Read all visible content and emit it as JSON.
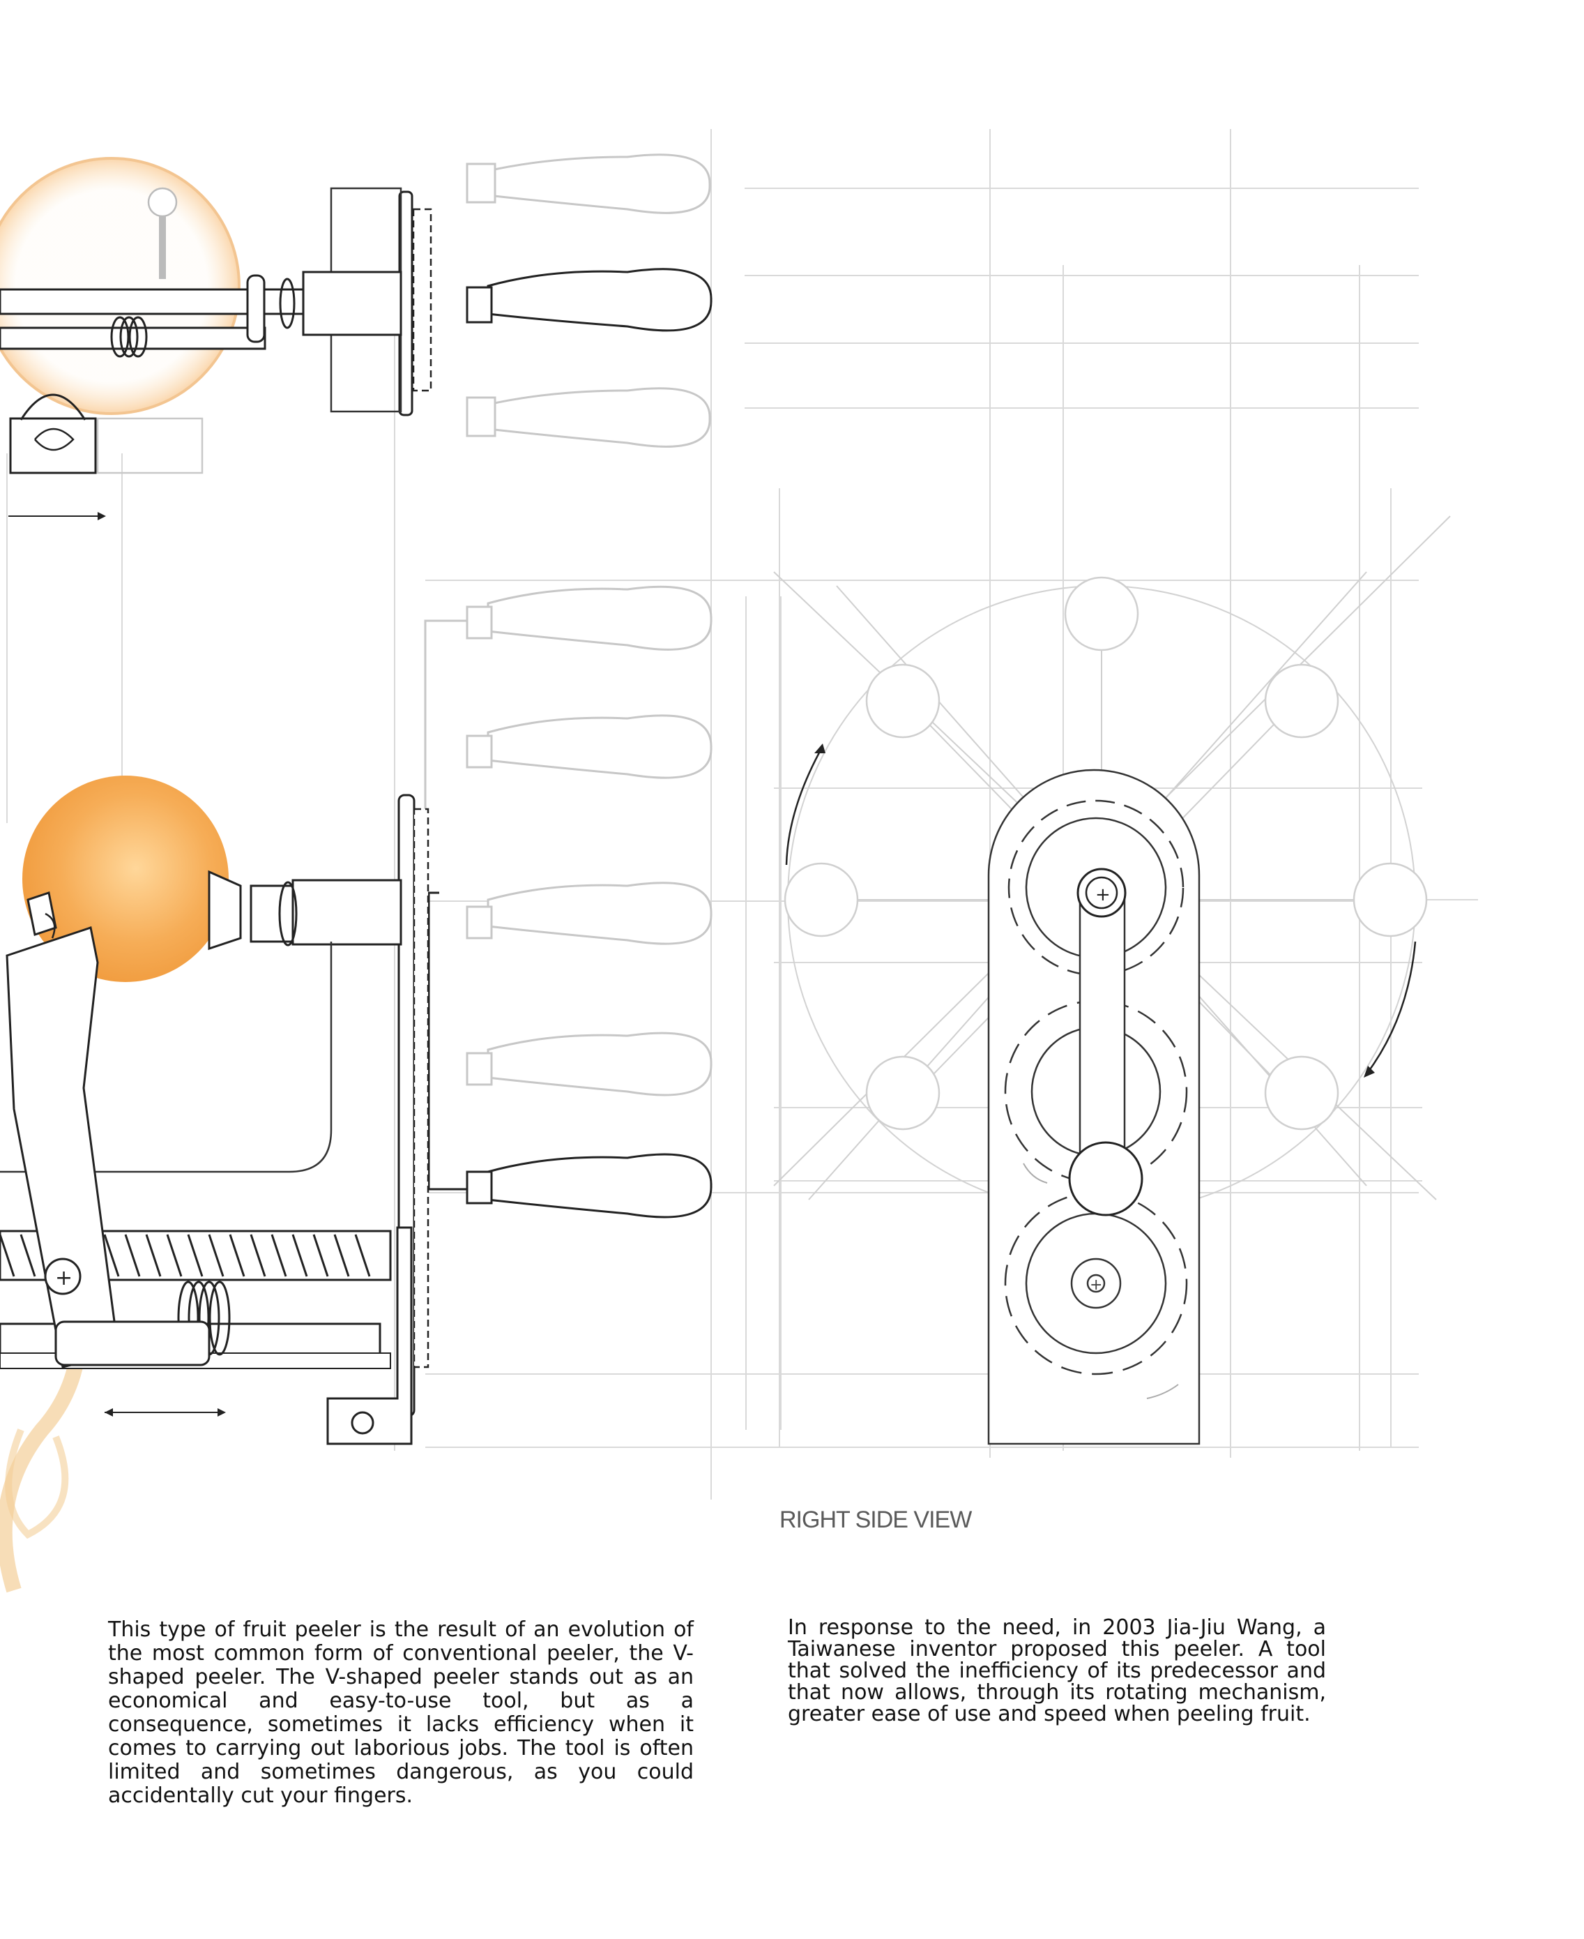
{
  "diagram": {
    "right_view_label": "RIGHT SIDE VIEW"
  },
  "text": {
    "paragraph_left": "This type of fruit peeler is the result of an evolution of the most common form of conventional peeler, the V-shaped peeler. The V-shaped peeler stands out as an economical and easy-to-use tool, but as a consequence, sometimes it lacks efficiency when it comes to carrying out laborious jobs. The tool is often limited and sometimes dangerous, as you could accidentally cut your fingers.",
    "paragraph_right": "In response to the need, in 2003 Jia-Jiu Wang, a Taiwanese inventor proposed this peeler. A tool that solved the inefficiency of its predecessor and that now allows, through its rotating mechanism, greater ease of use and speed when peeling fruit."
  },
  "colors": {
    "orange_fruit": "#f5a950",
    "peel": "#f3c98a",
    "line_dark": "#1a1a1a",
    "line_light": "#c8c8c8",
    "grid": "#dcdcdc"
  }
}
